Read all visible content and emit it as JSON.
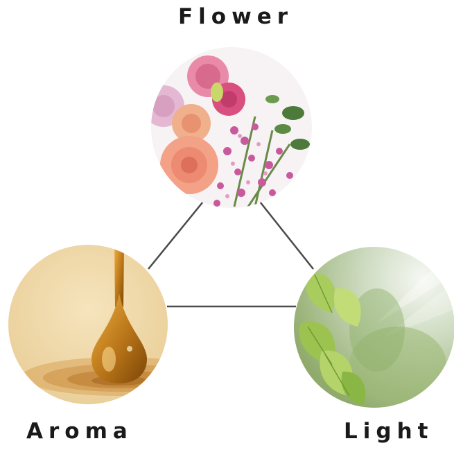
{
  "nodes": {
    "flower": {
      "label": "Flower",
      "icon": "flower-bouquet-photo"
    },
    "aroma": {
      "label": "Aroma",
      "icon": "oil-drop-photo"
    },
    "light": {
      "label": "Light",
      "icon": "sunlit-leaves-photo"
    }
  },
  "colors": {
    "connector": "#4a4a4a",
    "label": "#1a1a1a",
    "aroma_accent": "#c8862a",
    "flower_accent": "#e98aa8",
    "light_accent": "#9cc26a"
  }
}
